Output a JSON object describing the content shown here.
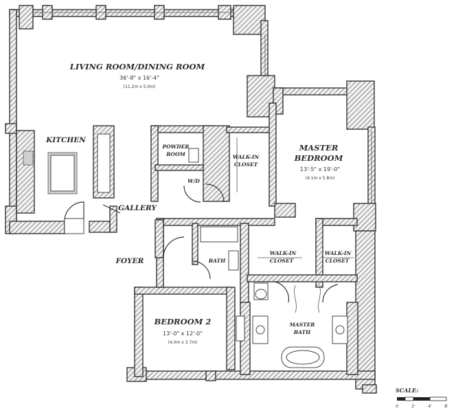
{
  "rooms": {
    "living": {
      "name": "LIVING ROOM/DINING ROOM",
      "dims": "36'-8\" x 16'-4\"",
      "metric": "(11.2m x 5.0m)"
    },
    "kitchen": {
      "name": "KITCHEN"
    },
    "powder": {
      "name_line1": "POWDER",
      "name_line2": "ROOM"
    },
    "wd": {
      "name": "W/D"
    },
    "walkin1": {
      "name_line1": "WALK-IN",
      "name_line2": "CLOSET"
    },
    "master": {
      "name_line1": "MASTER",
      "name_line2": "BEDROOM",
      "dims": "13'-5\" x 19'-0\"",
      "metric": "(4.1m x 5.8m)"
    },
    "gallery": {
      "name": "GALLERY"
    },
    "foyer": {
      "name": "FOYER"
    },
    "bath": {
      "name": "BATH"
    },
    "walkin2": {
      "name_line1": "WALK-IN",
      "name_line2": "CLOSET"
    },
    "walkin3": {
      "name_line1": "WALK-IN",
      "name_line2": "CLOSET"
    },
    "bedroom2": {
      "name": "BEDROOM 2",
      "dims": "13'-0\" x 12'-0\"",
      "metric": "(4.0m x 3.7m)"
    },
    "masterbath": {
      "name_line1": "MASTER",
      "name_line2": "BATH"
    }
  },
  "scale": {
    "title": "SCALE:",
    "ticks": [
      "0",
      "2'",
      "4'",
      "8'"
    ]
  }
}
